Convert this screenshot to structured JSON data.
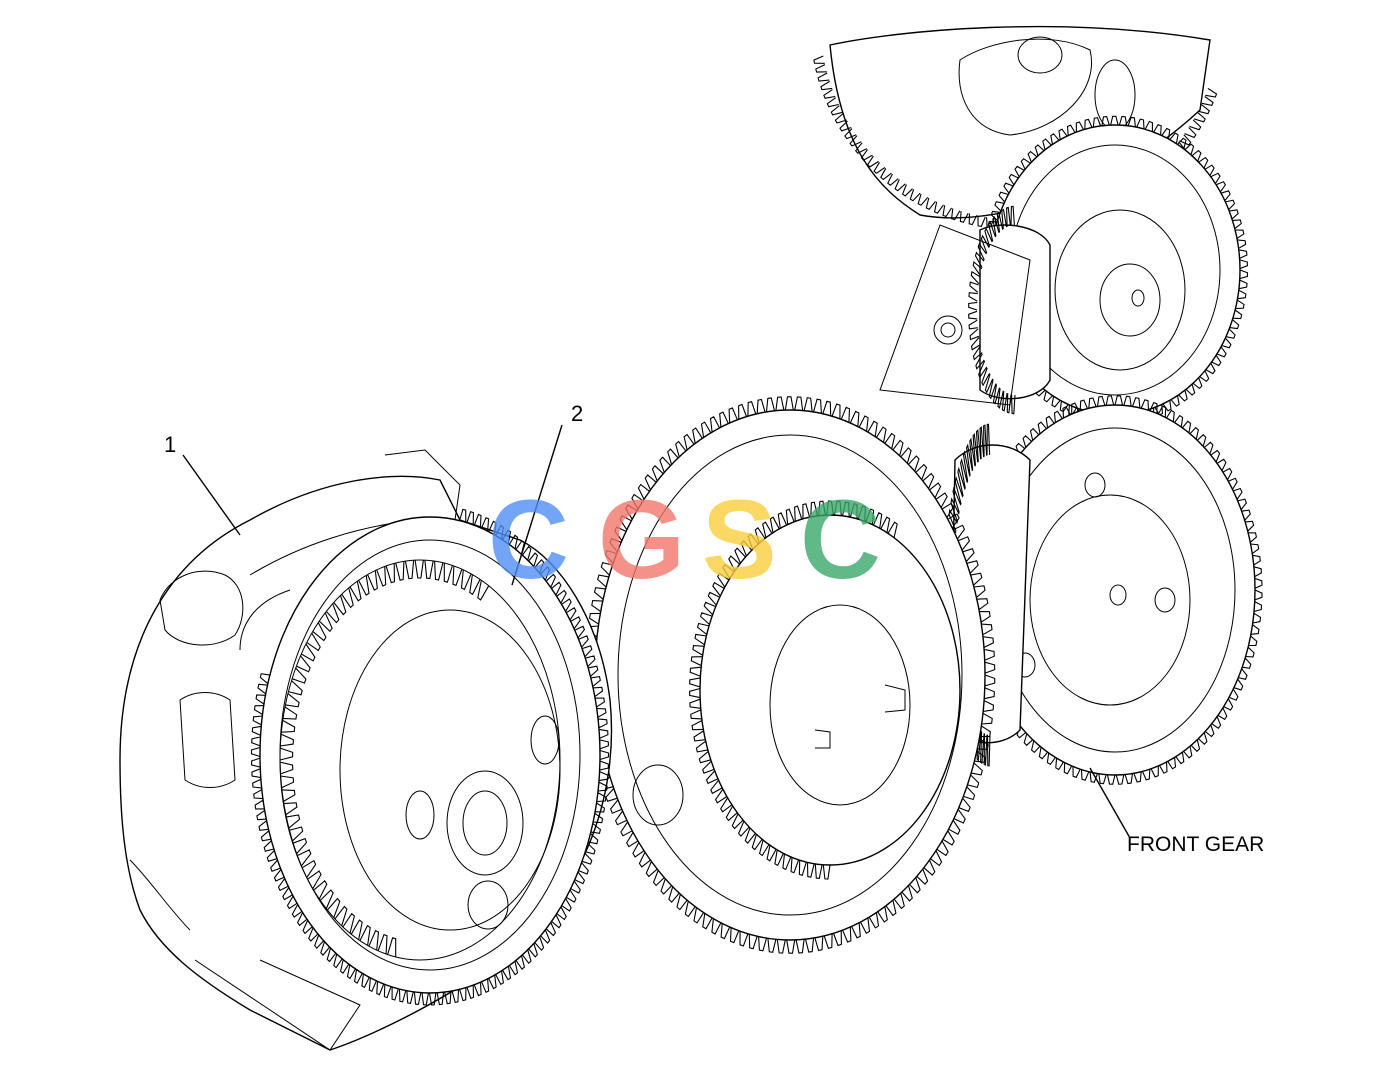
{
  "callouts": {
    "part_1": "1",
    "part_2": "2",
    "front_gear": "FRONT GEAR"
  },
  "watermark": {
    "text": "CGSC",
    "colors": [
      "#4f8ff5",
      "#f2766c",
      "#f9cf3d",
      "#3aa86b"
    ]
  },
  "drawing_style": {
    "line_color": "#000000",
    "background": "#ffffff"
  }
}
